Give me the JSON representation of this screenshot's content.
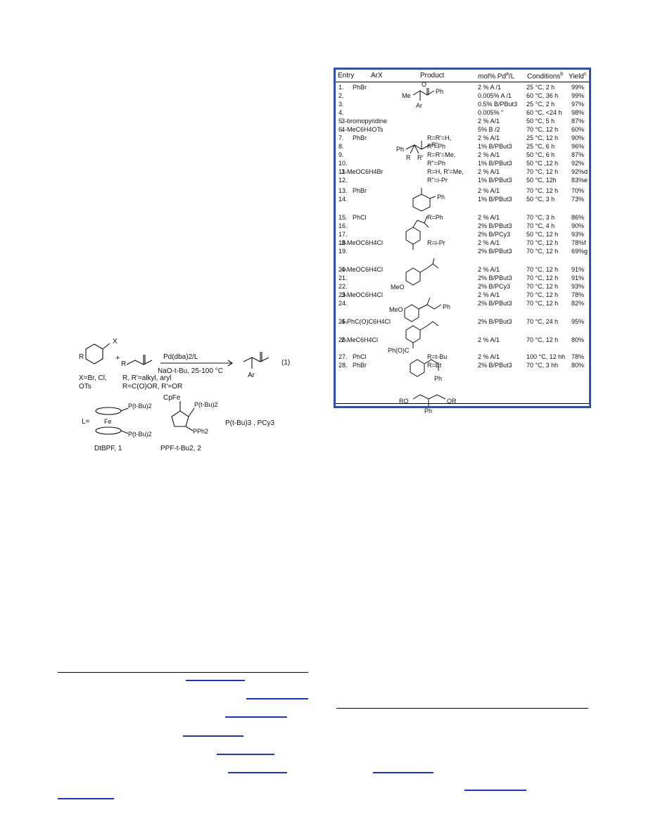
{
  "table": {
    "headers": {
      "entry": "Entry",
      "arx": "ArX",
      "product": "Product",
      "mol": "mol% Pd",
      "mol_sup": "a",
      "mol_suffix": "/L",
      "conditions": "Conditions",
      "conditions_sup": "b",
      "yield": "Yield",
      "yield_sup": "c"
    },
    "rows": [
      {
        "entry": "1.",
        "arx": "PhBr",
        "side": "",
        "mol": "2 % A /1",
        "cond": "25 °C, 2 h",
        "yield": "99%"
      },
      {
        "entry": "2.",
        "arx": "",
        "side": "",
        "mol": "0.005% A /1",
        "cond": "60 °C, 36 h",
        "yield": "99%"
      },
      {
        "entry": "3.",
        "arx": "",
        "side": "",
        "mol": "0.5% B/PBut3",
        "cond": "25 °C, 2 h",
        "yield": "97%"
      },
      {
        "entry": "4.",
        "arx": "",
        "side": "",
        "mol": "0.005% \"",
        "cond": "60 °C, <24 h",
        "yield": "98%"
      },
      {
        "entry": "5.",
        "arx": "3-bromopyridine",
        "side": "",
        "mol": "2 % A/1",
        "cond": "50 °C, 5 h",
        "yield": "87%"
      },
      {
        "entry": "6.",
        "arx": "4-MeC6H4OTs",
        "side": "",
        "mol": "5%  B /2",
        "cond": "70 °C, 12 h",
        "yield": "60%"
      },
      {
        "entry": "7.",
        "arx": "PhBr",
        "side": "R=R'=H,",
        "mol": "2 % A/1",
        "cond": "25 °C, 12 h",
        "yield": "90%"
      },
      {
        "entry": "8.",
        "arx": "",
        "side": "R\"=Ph",
        "mol": "1% B/PBut3",
        "cond": "25 °C, 6 h",
        "yield": "96%"
      },
      {
        "entry": "9.",
        "arx": "",
        "side": "R=R'=Me,",
        "mol": "2 % A/1",
        "cond": "50 °C, 6 h",
        "yield": "87%"
      },
      {
        "entry": "10.",
        "arx": "",
        "side": "R\"=Ph",
        "mol": "1% B/PBut3",
        "cond": "50 °C ,12 h",
        "yield": "92%"
      },
      {
        "entry": "11.",
        "arx": "3-MeOC6H4Br",
        "side": "R=H, R'=Me,",
        "mol": "2 % A/1",
        "cond": "70 °C, 12 h",
        "yield": "92%d"
      },
      {
        "entry": "12.",
        "arx": "",
        "side": "R\"=i-Pr",
        "mol": "1% B/PBut3",
        "cond": "50 °C, 12h",
        "yield": "83%e"
      },
      {
        "entry": "13.",
        "arx": "PhBr",
        "side": "",
        "mol": "2 % A/1",
        "cond": "70 °C, 12 h",
        "yield": "70%"
      },
      {
        "entry": "14.",
        "arx": "",
        "side": "",
        "mol": "1% B/PBut3",
        "cond": "50 °C, 3 h",
        "yield": "73%"
      },
      {
        "entry": "15.",
        "arx": "PhCl",
        "side": "R=Ph",
        "mol": "2 % A/1",
        "cond": "70 °C, 3 h",
        "yield": "86%"
      },
      {
        "entry": "16.",
        "arx": "",
        "side": "",
        "mol": "2% B/PBut3",
        "cond": "70 °C, 4 h",
        "yield": "90%"
      },
      {
        "entry": "17.",
        "arx": "",
        "side": "",
        "mol": "2% B/PCy3",
        "cond": "50 °C, 12 h",
        "yield": "93%"
      },
      {
        "entry": "18.",
        "arx": "3-MeOC6H4Cl",
        "side": "R=i-Pr",
        "mol": "2 % A/1",
        "cond": "70 °C, 12 h",
        "yield": "78%f"
      },
      {
        "entry": "19.",
        "arx": "",
        "side": "",
        "mol": "2% B/PBut3",
        "cond": "70 °C, 12 h",
        "yield": "69%g"
      },
      {
        "entry": "20.",
        "arx": "4-MeOC6H4Cl",
        "side": "",
        "mol": "2 % A/1",
        "cond": "70 °C, 12 h",
        "yield": "91%"
      },
      {
        "entry": "21.",
        "arx": "",
        "side": "",
        "mol": "2% B/PBut3",
        "cond": "70 °C, 12 h",
        "yield": "91%"
      },
      {
        "entry": "22.",
        "arx": "",
        "side": "",
        "mol": "2% B/PCy3",
        "cond": "70 °C, 12 h",
        "yield": "93%"
      },
      {
        "entry": "23.",
        "arx": "3-MeOC6H4Cl",
        "side": "",
        "mol": "2 % A/1",
        "cond": "70 °C, 12 h",
        "yield": "78%"
      },
      {
        "entry": "24.",
        "arx": "",
        "side": "",
        "mol": "2% B/PBut3",
        "cond": "70 °C, 12 h",
        "yield": "82%"
      },
      {
        "entry": "25.",
        "arx": "4-PhC(O)C6H4Cl",
        "side": "",
        "mol": "2% B/PBut3",
        "cond": "70 °C, 24 h",
        "yield": "95%"
      },
      {
        "entry": "26.",
        "arx": "2-MeC6H4Cl",
        "side": "",
        "mol": "2 % A/1",
        "cond": "70 °C, 12 h",
        "yield": "80%"
      },
      {
        "entry": "27.",
        "arx": "PhCl",
        "side": "R=t-Bu",
        "mol": "2 % A/1",
        "cond": "100 °C, 12 hh",
        "yield": "78%"
      },
      {
        "entry": "28.",
        "arx": "PhBr",
        "side": "R=Et",
        "mol": "2% B/PBut3",
        "cond": "70 °C, 3 hh",
        "yield": "80%"
      }
    ],
    "structure_labels": {
      "me": "Me",
      "ph": "Ph",
      "ar": "Ar",
      "o": "O",
      "r": "R",
      "rp": "R'",
      "rpp": "R\"",
      "meo": "MeO",
      "phoc": "Ph(O)C",
      "ro": "RO",
      "or": "OR"
    }
  },
  "scheme": {
    "x_sub": "X",
    "r_sub": "R",
    "plus": "+",
    "reagent_top": "Pd(dba)2/L",
    "reagent_bottom": "NaO-t-Bu, 25-100 °C",
    "eq_number": "(1)",
    "x_def1": "X=Br, Cl,",
    "x_def2": "OTs",
    "r_def1": "R, R'=alkyl, aryl",
    "r_def2": "R=C(O)OR, R'=OR",
    "ar": "Ar",
    "ligand_l": "L=",
    "fe": "Fe",
    "p_tbu2": "P(t-Bu)2",
    "cpfe": "CpFe",
    "pph2": "PPh2",
    "ptbu3_pcy3": "P(t-Bu)3 , PCy3",
    "dtbpf": "DtBPF, 1",
    "ppf": "PPF-t-Bu2, 2"
  }
}
